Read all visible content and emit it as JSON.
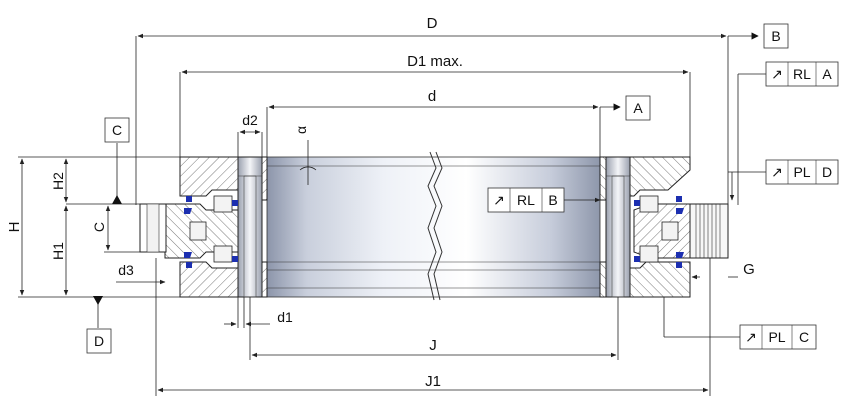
{
  "dimensions": {
    "D": "D",
    "D1": "D1 max.",
    "d": "d",
    "d1": "d1",
    "d2": "d2",
    "d3": "d3",
    "H": "H",
    "H1": "H1",
    "H2": "H2",
    "C": "C",
    "J": "J",
    "J1": "J1",
    "G": "G",
    "alpha": "α"
  },
  "datums": {
    "A": "A",
    "B": "B",
    "C": "C",
    "D": "D"
  },
  "tolerance_frames": [
    {
      "symbol": "↗",
      "type": "RL",
      "datum": "A"
    },
    {
      "symbol": "↗",
      "type": "PL",
      "datum": "D"
    },
    {
      "symbol": "↗",
      "type": "RL",
      "datum": "B"
    },
    {
      "symbol": "↗",
      "type": "PL",
      "datum": "C"
    }
  ],
  "colors": {
    "seal": "#1c2fb0",
    "hatch": "#6a6a6a",
    "bore_dark": "#9aa3b6",
    "bore_light": "#f4f6fa"
  }
}
